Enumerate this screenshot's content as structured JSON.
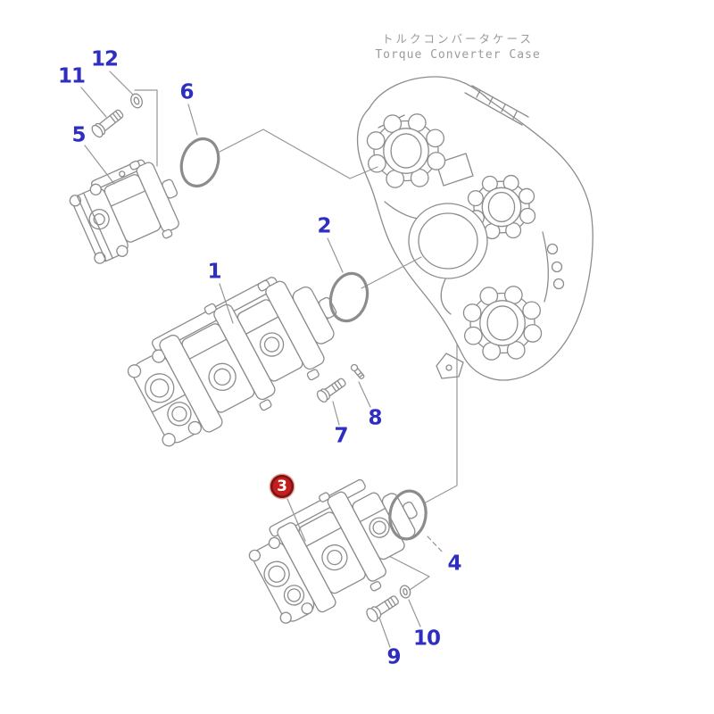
{
  "diagram": {
    "title_jp": "トルクコンバータケース",
    "title_en": "Torque Converter Case",
    "callouts": [
      {
        "num": "1",
        "highlight": false
      },
      {
        "num": "2",
        "highlight": false
      },
      {
        "num": "3",
        "highlight": true
      },
      {
        "num": "4",
        "highlight": false
      },
      {
        "num": "5",
        "highlight": false
      },
      {
        "num": "6",
        "highlight": false
      },
      {
        "num": "7",
        "highlight": false
      },
      {
        "num": "8",
        "highlight": false
      },
      {
        "num": "9",
        "highlight": false
      },
      {
        "num": "10",
        "highlight": false
      },
      {
        "num": "11",
        "highlight": false
      },
      {
        "num": "12",
        "highlight": false
      }
    ],
    "colors": {
      "callout_text": "#2e2ec0",
      "highlight_badge_bg": "#c21e1e",
      "highlight_badge_ring": "#7f1212",
      "highlight_badge_text": "#ffffff",
      "line_art": "#8c8c8c",
      "title_text": "#9b9b9b"
    }
  }
}
